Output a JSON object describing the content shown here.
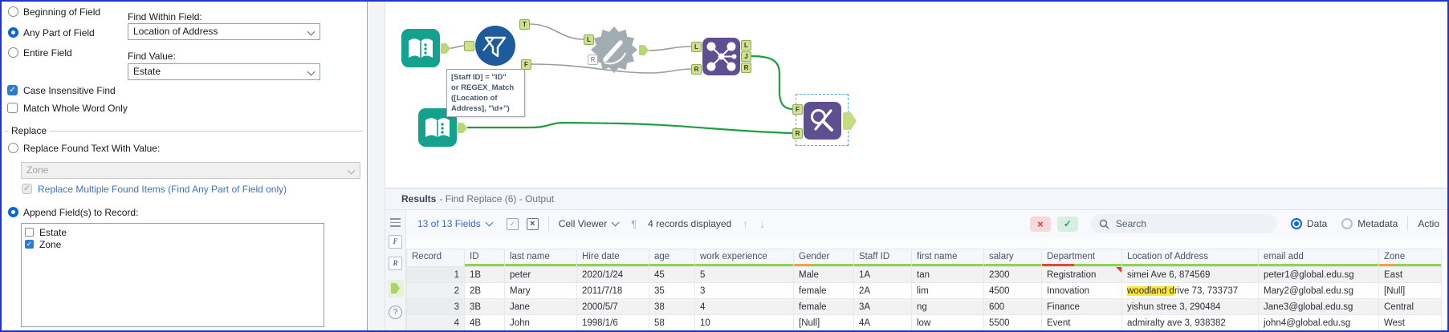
{
  "config": {
    "scope_options": [
      {
        "label": "Beginning of Field",
        "selected": false
      },
      {
        "label": "Any Part of Field",
        "selected": true
      },
      {
        "label": "Entire Field",
        "selected": false
      }
    ],
    "find_within": {
      "label": "Find Within Field:",
      "value": "Location of Address"
    },
    "find_value": {
      "label": "Find Value:",
      "value": "Estate"
    },
    "case_insensitive": {
      "label": "Case Insensitive Find",
      "checked": true
    },
    "match_whole_word": {
      "label": "Match Whole Word Only",
      "checked": false
    },
    "replace_group": "Replace",
    "replace_radio": {
      "label": "Replace Found Text With Value:",
      "selected": false
    },
    "replace_value": {
      "value": "Zone",
      "disabled": true
    },
    "replace_multiple": {
      "label": "Replace Multiple Found Items (Find Any Part of Field only)",
      "checked": true,
      "disabled": true
    },
    "append_radio": {
      "label": "Append Field(s) to Record:",
      "selected": true
    },
    "append_fields": [
      {
        "label": "Estate",
        "checked": false
      },
      {
        "label": "Zone",
        "checked": true
      }
    ]
  },
  "canvas": {
    "annotation": "[Staff ID] = \"ID\"\nor REGEX_Match\n([Location of\nAddress], \"\\d+\")",
    "anchors": {
      "filter_t": "T",
      "filter_f": "F",
      "macro_l": "L",
      "macro_r": "R",
      "join_in_l": "L",
      "join_in_r": "R",
      "join_out_l": "L",
      "join_out_j": "J",
      "join_out_r": "R",
      "fr_f": "F",
      "fr_r": "R"
    }
  },
  "results": {
    "title": {
      "name": "Results",
      "detail": "- Find Replace (6) - Output"
    },
    "toolbar": {
      "fields_summary": "13 of 13 Fields",
      "cell_viewer": "Cell Viewer",
      "records_displayed": "4 records displayed",
      "search_placeholder": "Search",
      "data_label": "Data",
      "metadata_label": "Metadata",
      "actions_label": "Actio"
    },
    "strip": {
      "f": "F",
      "r": "R",
      "help": "?"
    },
    "table": {
      "columns": [
        {
          "label": "Record",
          "width": 72,
          "quality": []
        },
        {
          "label": "ID",
          "width": 50,
          "quality": [
            [
              "#8cd64c",
              100
            ]
          ]
        },
        {
          "label": "last name",
          "width": 90,
          "quality": [
            [
              "#8cd64c",
              100
            ]
          ]
        },
        {
          "label": "Hire date",
          "width": 90,
          "quality": [
            [
              "#8cd64c",
              100
            ]
          ]
        },
        {
          "label": "age",
          "width": 57,
          "quality": [
            [
              "#8cd64c",
              100
            ]
          ]
        },
        {
          "label": "work experience",
          "width": 123,
          "quality": [
            [
              "#8cd64c",
              100
            ]
          ]
        },
        {
          "label": "Gender",
          "width": 75,
          "quality": [
            [
              "#f2a33c",
              30
            ],
            [
              "#8cd64c",
              70
            ]
          ]
        },
        {
          "label": "Staff ID",
          "width": 72,
          "quality": [
            [
              "#8cd64c",
              100
            ]
          ]
        },
        {
          "label": "first name",
          "width": 90,
          "quality": [
            [
              "#8cd64c",
              100
            ]
          ]
        },
        {
          "label": "salary",
          "width": 72,
          "quality": [
            [
              "#8cd64c",
              100
            ]
          ]
        },
        {
          "label": "Department",
          "width": 100,
          "quality": [
            [
              "#e0483b",
              40
            ],
            [
              "#8cd64c",
              60
            ]
          ]
        },
        {
          "label": "Location of Address",
          "width": 170,
          "quality": [
            [
              "#8cd64c",
              100
            ]
          ]
        },
        {
          "label": "email add",
          "width": 150,
          "quality": [
            [
              "#8cd64c",
              100
            ]
          ]
        },
        {
          "label": "Zone",
          "width": 78,
          "quality": [
            [
              "#f2a33c",
              25
            ],
            [
              "#8cd64c",
              75
            ]
          ]
        }
      ],
      "rows": [
        [
          "1",
          "1B",
          "peter",
          "2020/1/24",
          "45",
          "5",
          "Male",
          "1A",
          "tan",
          "2300",
          {
            "t": "Registration",
            "marker": true
          },
          "simei Ave 6, 874569",
          "peter1@global.edu.sg",
          "East"
        ],
        [
          "2",
          "2B",
          "Mary",
          "2011/7/18",
          "35",
          "3",
          "female",
          "2A",
          "lim",
          "4500",
          "Innovation",
          {
            "parts": [
              {
                "t": "woodland d",
                "hl": true
              },
              {
                "t": "rive 73, 733737"
              }
            ]
          },
          "Mary2@global.edu.sg",
          "[Null]"
        ],
        [
          "3",
          "3B",
          "Jane",
          "2000/5/7",
          "38",
          "4",
          "female",
          "3A",
          "ng",
          "600",
          "Finance",
          "yishun stree 3, 290484",
          "Jane3@global.edu.sg",
          "Central"
        ],
        [
          "4",
          "4B",
          "John",
          "1998/1/6",
          "58",
          "10",
          "[Null]",
          "4A",
          "low",
          "5500",
          "Event",
          "admiralty ave 3, 938382",
          "john4@global.edu.sg",
          "West"
        ]
      ]
    }
  },
  "colors": {
    "wire_green": "#1d9e3f",
    "wire_gray": "#9b9b9b",
    "highlight_yellow": "#ffe63b",
    "quality_green": "#8cd64c",
    "quality_orange": "#f2a33c",
    "quality_red": "#e0483b",
    "accent_blue": "#1266d8",
    "window_border_blue": "#2335c8"
  }
}
